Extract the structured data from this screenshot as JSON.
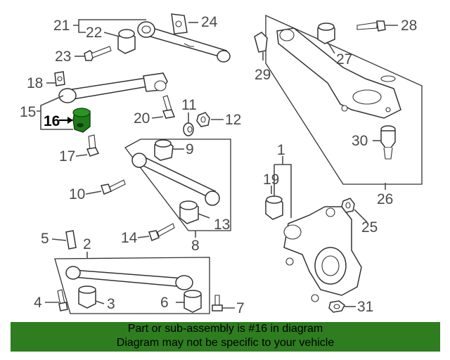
{
  "callouts": {
    "c1": "1",
    "c2": "2",
    "c3": "3",
    "c4": "4",
    "c5": "5",
    "c6": "6",
    "c7": "7",
    "c8": "8",
    "c9": "9",
    "c10": "10",
    "c11": "11",
    "c12": "12",
    "c13": "13",
    "c14": "14",
    "c15": "15",
    "c16": "16",
    "c17": "17",
    "c18": "18",
    "c19": "19",
    "c20": "20",
    "c21": "21",
    "c22": "22",
    "c23": "23",
    "c24": "24",
    "c25": "25",
    "c26": "26",
    "c27": "27",
    "c28": "28",
    "c29": "29",
    "c30": "30",
    "c31": "31"
  },
  "highlighted_part": "16",
  "highlight_color": "#1f7a1a",
  "banner": {
    "color": "#2e7d1f",
    "line1": "Part or sub-assembly is #16 in diagram",
    "line2": "Diagram may not be specific to your vehicle"
  }
}
